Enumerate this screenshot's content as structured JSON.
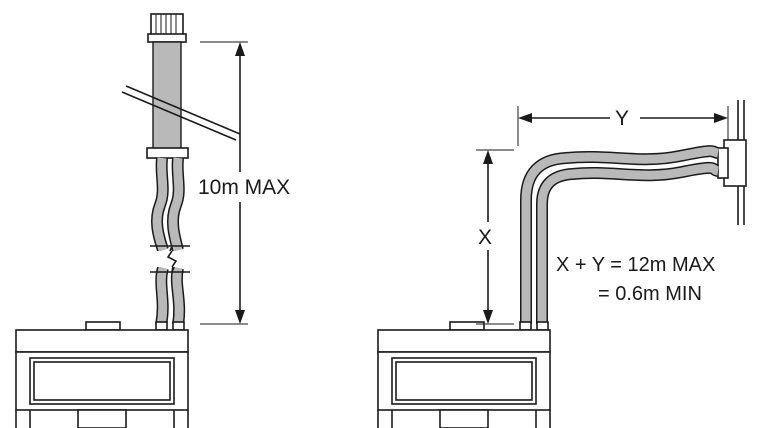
{
  "left_diagram": {
    "height_label": "10m MAX"
  },
  "right_diagram": {
    "x_label": "X",
    "y_label": "Y",
    "formula_line1": "X + Y = 12m MAX",
    "formula_line2": "= 0.6m MIN"
  },
  "colors": {
    "line": "#1a1a1a",
    "pipe_fill": "#b9b9b9",
    "background": "#ffffff"
  }
}
